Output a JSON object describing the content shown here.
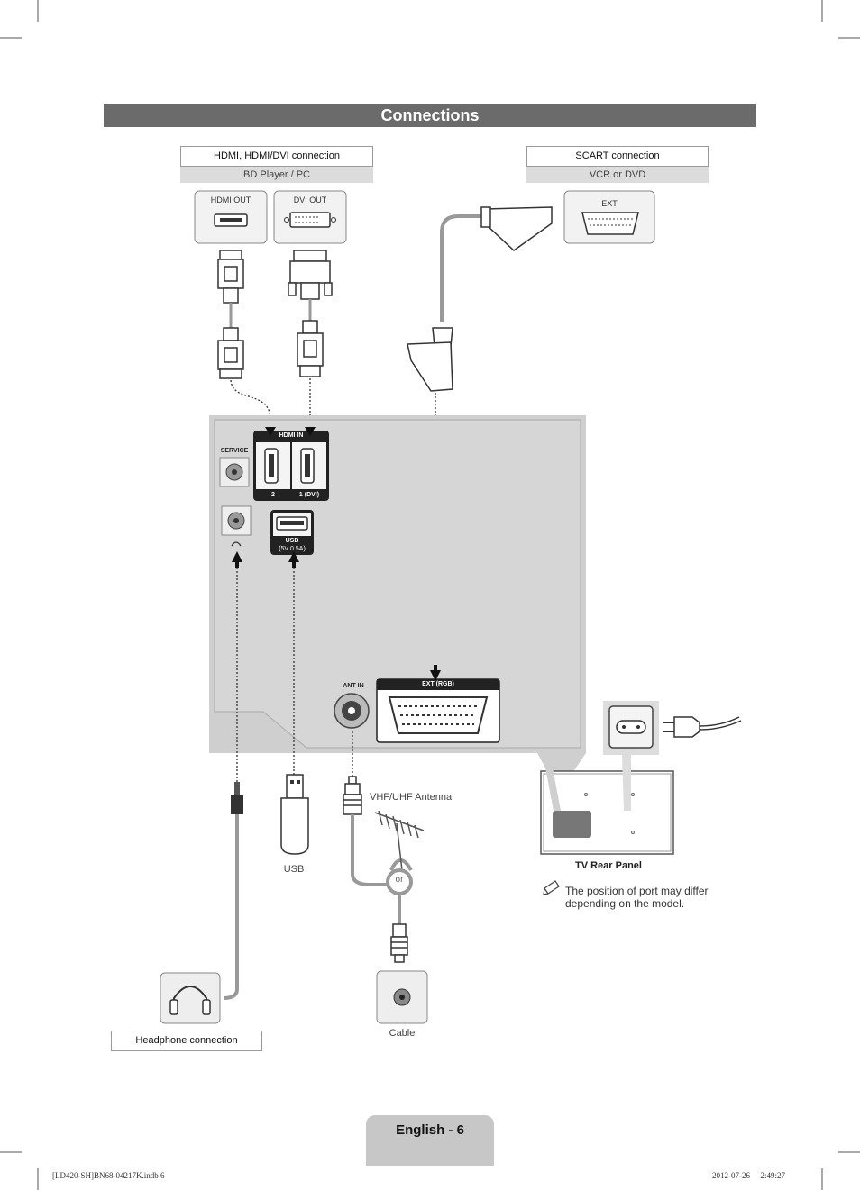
{
  "page": {
    "title": "Connections",
    "page_label": "English - 6",
    "footer_left": "[LD420-SH]BN68-04217K.indb   6",
    "footer_right": "2012-07-26   \u0000 2:49:27"
  },
  "hdmi_section": {
    "label": "HDMI, HDMI/DVI connection",
    "device": "BD Player / PC",
    "ports": [
      "HDMI OUT",
      "DVI OUT"
    ]
  },
  "scart_section": {
    "label": "SCART connection",
    "device": "VCR or DVD",
    "port": "EXT"
  },
  "tv_panel": {
    "service_label": "SERVICE",
    "hdmi_in_label": "HDMI IN",
    "hdmi_port_2": "2",
    "hdmi_port_1": "1 (DVI)",
    "usb_label_1": "USB",
    "usb_label_2": "(5V 0.5A)",
    "ant_in_label": "ANT IN",
    "ext_rgb_label": "EXT (RGB)"
  },
  "devices": {
    "usb_label": "USB",
    "antenna_label": "VHF/UHF Antenna",
    "or_label": "or",
    "cable_label": "Cable",
    "headphone_label": "Headphone connection"
  },
  "rear_panel": {
    "label": "TV Rear Panel",
    "note_line1": "The position of port may differ",
    "note_line2": "depending on the model."
  }
}
